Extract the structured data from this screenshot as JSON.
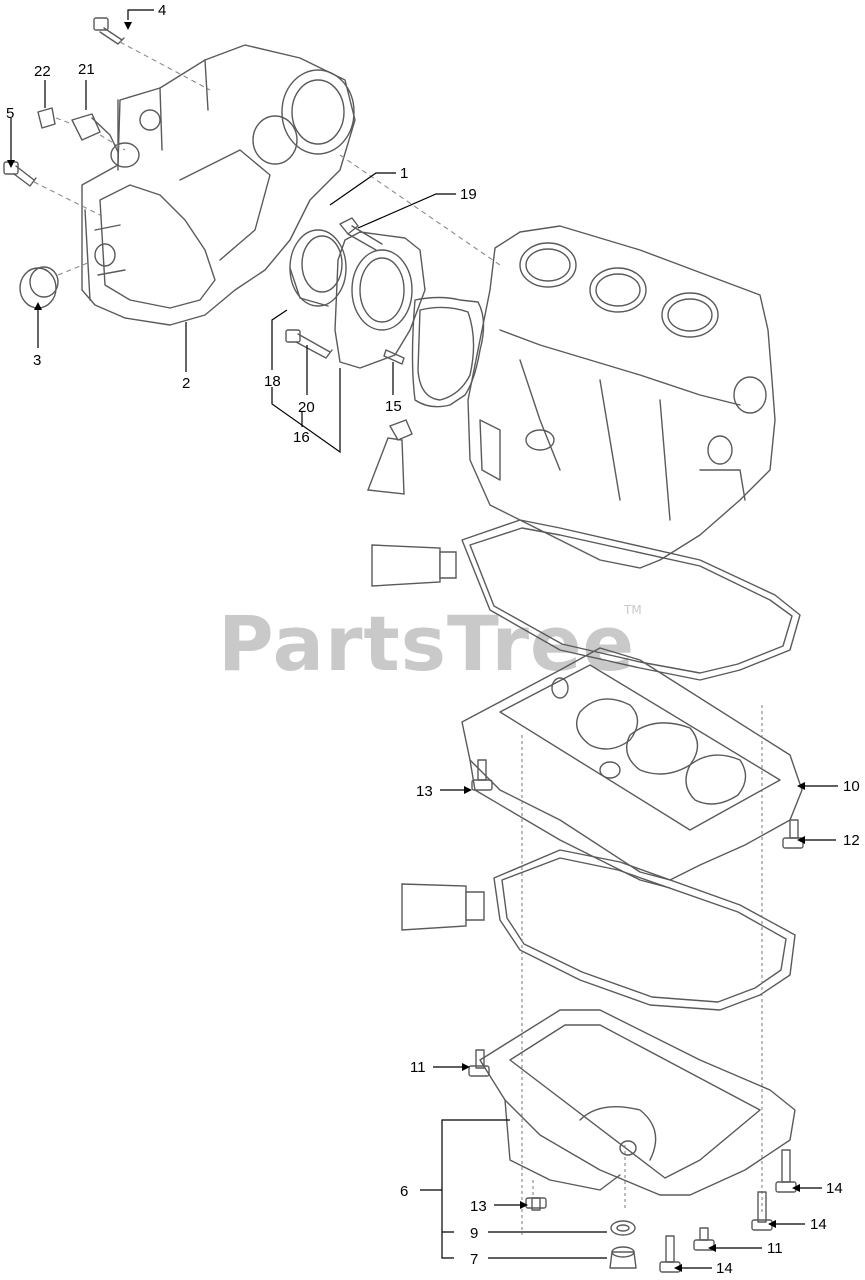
{
  "watermark": {
    "text": "PartsTree",
    "trademark": "TM"
  },
  "callouts": {
    "c1": "1",
    "c2": "2",
    "c3": "3",
    "c4": "4",
    "c5": "5",
    "c6": "6",
    "c7": "7",
    "c9": "9",
    "c10": "10",
    "c11a": "11",
    "c11b": "11",
    "c12": "12",
    "c13a": "13",
    "c13b": "13",
    "c14a": "14",
    "c14b": "14",
    "c14c": "14",
    "c15": "15",
    "c16": "16",
    "c18": "18",
    "c19": "19",
    "c20": "20",
    "c21": "21",
    "c22": "22"
  }
}
